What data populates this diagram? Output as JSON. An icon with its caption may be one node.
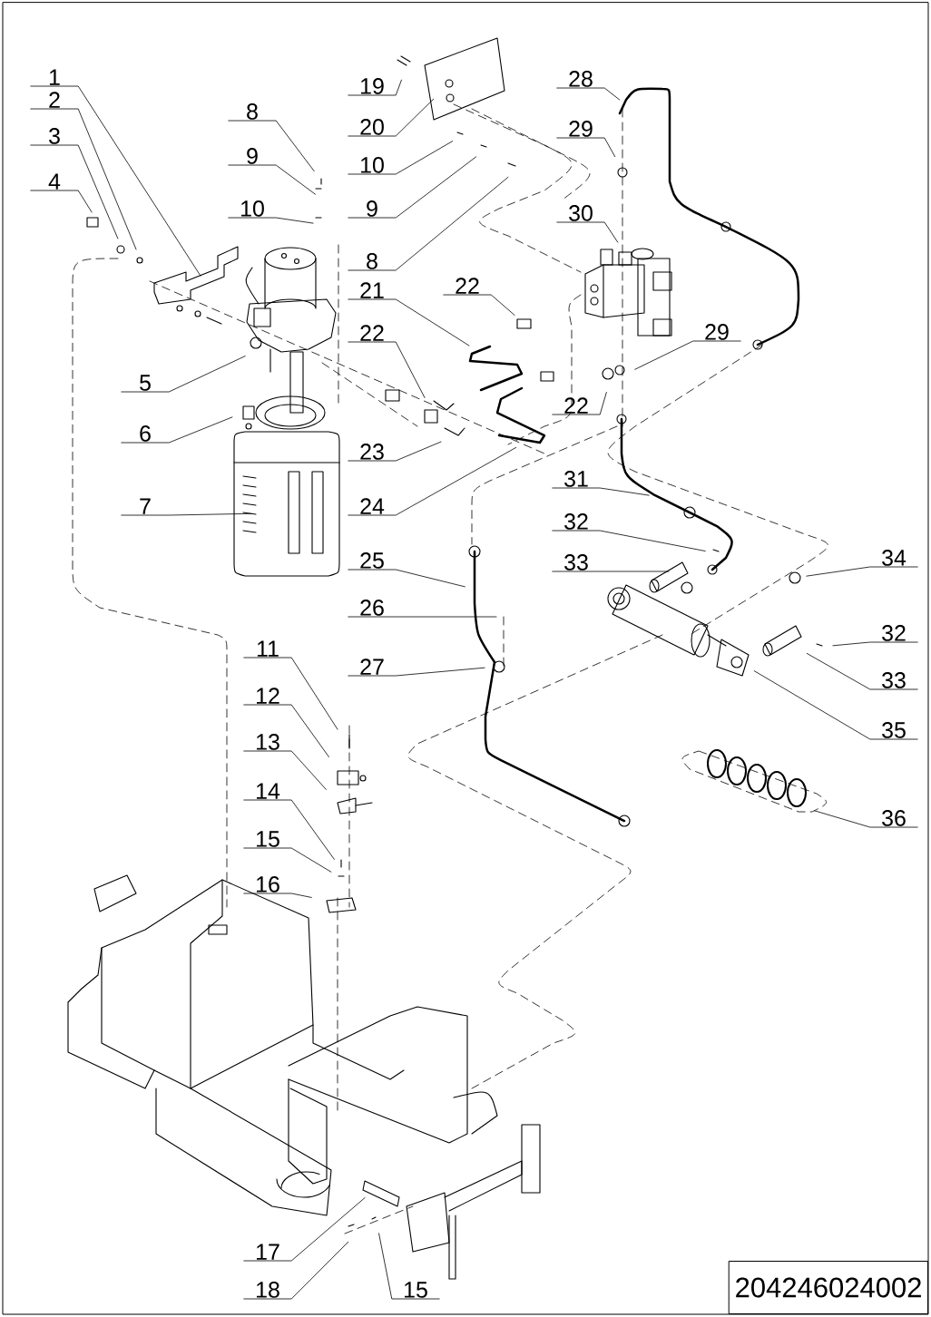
{
  "diagram": {
    "nodes": [
      {
        "text": [
          "1"
        ]
      },
      {
        "text": [
          "2"
        ]
      },
      {
        "text": [
          "3"
        ]
      },
      {
        "text": [
          "4"
        ]
      },
      {
        "text": [
          "8"
        ]
      },
      {
        "text": [
          "9"
        ]
      },
      {
        "text": [
          "10"
        ]
      },
      {
        "text": [
          "5"
        ]
      },
      {
        "text": [
          "6"
        ]
      },
      {
        "text": [
          "7"
        ]
      },
      {
        "text": [
          "11"
        ]
      },
      {
        "text": [
          "12"
        ]
      },
      {
        "text": [
          "13"
        ]
      },
      {
        "text": [
          "14"
        ]
      },
      {
        "text": [
          "15"
        ]
      },
      {
        "text": [
          "16"
        ]
      },
      {
        "text": [
          "17"
        ]
      },
      {
        "text": [
          "18"
        ]
      },
      {
        "text": [
          "15"
        ]
      },
      {
        "text": [
          "19"
        ]
      },
      {
        "text": [
          "20"
        ]
      },
      {
        "text": [
          "10"
        ]
      },
      {
        "text": [
          "9"
        ]
      },
      {
        "text": [
          "8"
        ]
      },
      {
        "text": [
          "21"
        ]
      },
      {
        "text": [
          "22"
        ]
      },
      {
        "text": [
          "23"
        ]
      },
      {
        "text": [
          "24"
        ]
      },
      {
        "text": [
          "25"
        ]
      },
      {
        "text": [
          "26"
        ]
      },
      {
        "text": [
          "27"
        ]
      },
      {
        "text": [
          "22"
        ]
      },
      {
        "text": [
          "28"
        ]
      },
      {
        "text": [
          "29"
        ]
      },
      {
        "text": [
          "30"
        ]
      },
      {
        "text": [
          "22"
        ]
      },
      {
        "text": [
          "31"
        ]
      },
      {
        "text": [
          "32"
        ]
      },
      {
        "text": [
          "33"
        ]
      },
      {
        "text": [
          "29"
        ]
      },
      {
        "text": [
          "34"
        ]
      },
      {
        "text": [
          "32"
        ]
      },
      {
        "text": [
          "33"
        ]
      },
      {
        "text": [
          "35"
        ]
      },
      {
        "text": [
          "36"
        ]
      }
    ],
    "edges": [
      {
        "from": 0,
        "to": null,
        "arrow": "none"
      },
      {
        "from": 1,
        "to": null,
        "arrow": "none"
      },
      {
        "from": 2,
        "to": null,
        "arrow": "none"
      },
      {
        "from": 3,
        "to": null,
        "arrow": "none"
      },
      {
        "from": 4,
        "to": null,
        "arrow": "none"
      },
      {
        "from": 5,
        "to": null,
        "arrow": "none"
      },
      {
        "from": 6,
        "to": null,
        "arrow": "none"
      },
      {
        "from": 7,
        "to": null,
        "arrow": "none"
      },
      {
        "from": 8,
        "to": null,
        "arrow": "none"
      },
      {
        "from": 9,
        "to": null,
        "arrow": "none"
      },
      {
        "from": 10,
        "to": null,
        "arrow": "none"
      },
      {
        "from": 11,
        "to": null,
        "arrow": "none"
      },
      {
        "from": 12,
        "to": null,
        "arrow": "none"
      },
      {
        "from": 13,
        "to": null,
        "arrow": "none"
      },
      {
        "from": 14,
        "to": null,
        "arrow": "none"
      },
      {
        "from": 15,
        "to": null,
        "arrow": "none"
      },
      {
        "from": 16,
        "to": null,
        "arrow": "none"
      },
      {
        "from": 17,
        "to": null,
        "arrow": "none"
      },
      {
        "from": 18,
        "to": null,
        "arrow": "none"
      },
      {
        "from": 19,
        "to": null,
        "arrow": "none"
      },
      {
        "from": 20,
        "to": null,
        "arrow": "none"
      },
      {
        "from": 21,
        "to": null,
        "arrow": "none"
      },
      {
        "from": 22,
        "to": null,
        "arrow": "none"
      },
      {
        "from": 23,
        "to": null,
        "arrow": "none"
      },
      {
        "from": 24,
        "to": null,
        "arrow": "none"
      },
      {
        "from": 25,
        "to": null,
        "arrow": "none"
      },
      {
        "from": 26,
        "to": null,
        "arrow": "none"
      },
      {
        "from": 27,
        "to": null,
        "arrow": "none"
      },
      {
        "from": 28,
        "to": null,
        "arrow": "none"
      },
      {
        "from": 29,
        "to": null,
        "arrow": "none"
      },
      {
        "from": 30,
        "to": null,
        "arrow": "none"
      },
      {
        "from": 31,
        "to": null,
        "arrow": "none"
      },
      {
        "from": 32,
        "to": null,
        "arrow": "none"
      },
      {
        "from": 33,
        "to": null,
        "arrow": "none"
      },
      {
        "from": 34,
        "to": null,
        "arrow": "none"
      },
      {
        "from": 35,
        "to": null,
        "arrow": "none"
      },
      {
        "from": 36,
        "to": null,
        "arrow": "none"
      },
      {
        "from": 37,
        "to": null,
        "arrow": "none"
      },
      {
        "from": 38,
        "to": null,
        "arrow": "none"
      },
      {
        "from": 39,
        "to": null,
        "arrow": "none"
      },
      {
        "from": 40,
        "to": null,
        "arrow": "none"
      },
      {
        "from": 41,
        "to": null,
        "arrow": "none"
      },
      {
        "from": 42,
        "to": null,
        "arrow": "none"
      },
      {
        "from": 43,
        "to": null,
        "arrow": "none"
      },
      {
        "from": 44,
        "to": null,
        "arrow": "none"
      }
    ],
    "labels": [
      "204246024002"
    ]
  }
}
